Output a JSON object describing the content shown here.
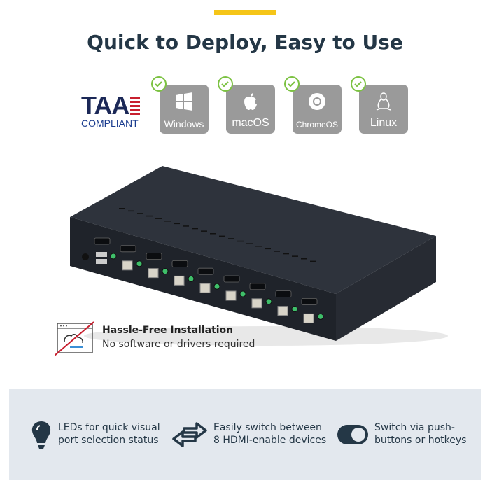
{
  "colors": {
    "accent": "#f5c518",
    "title": "#243746",
    "check": "#7cc242",
    "os_tile": "#9a9a9a",
    "panel": "#e3e8ee",
    "device": "#2a2f38"
  },
  "header": {
    "title": "Quick to Deploy, Easy to Use"
  },
  "taa": {
    "big": "TAA",
    "small": "COMPLIANT"
  },
  "os_support": [
    {
      "label": "Windows",
      "icon": "windows-icon"
    },
    {
      "label": "macOS",
      "icon": "apple-icon"
    },
    {
      "label": "ChromeOS",
      "icon": "chrome-icon"
    },
    {
      "label": "Linux",
      "icon": "linux-tux-icon"
    }
  ],
  "feature": {
    "title": "Hassle-Free Installation",
    "subtitle": "No software or drivers required",
    "icon": "no-install-icon"
  },
  "highlights": [
    {
      "icon": "lightbulb-icon",
      "line1": "LEDs for quick visual",
      "line2": "port selection status"
    },
    {
      "icon": "swap-arrows-icon",
      "line1": "Easily switch between",
      "line2": "8 HDMI-enable devices"
    },
    {
      "icon": "toggle-switch-icon",
      "line1": "Switch via push-",
      "line2": "buttons or hotkeys"
    }
  ]
}
